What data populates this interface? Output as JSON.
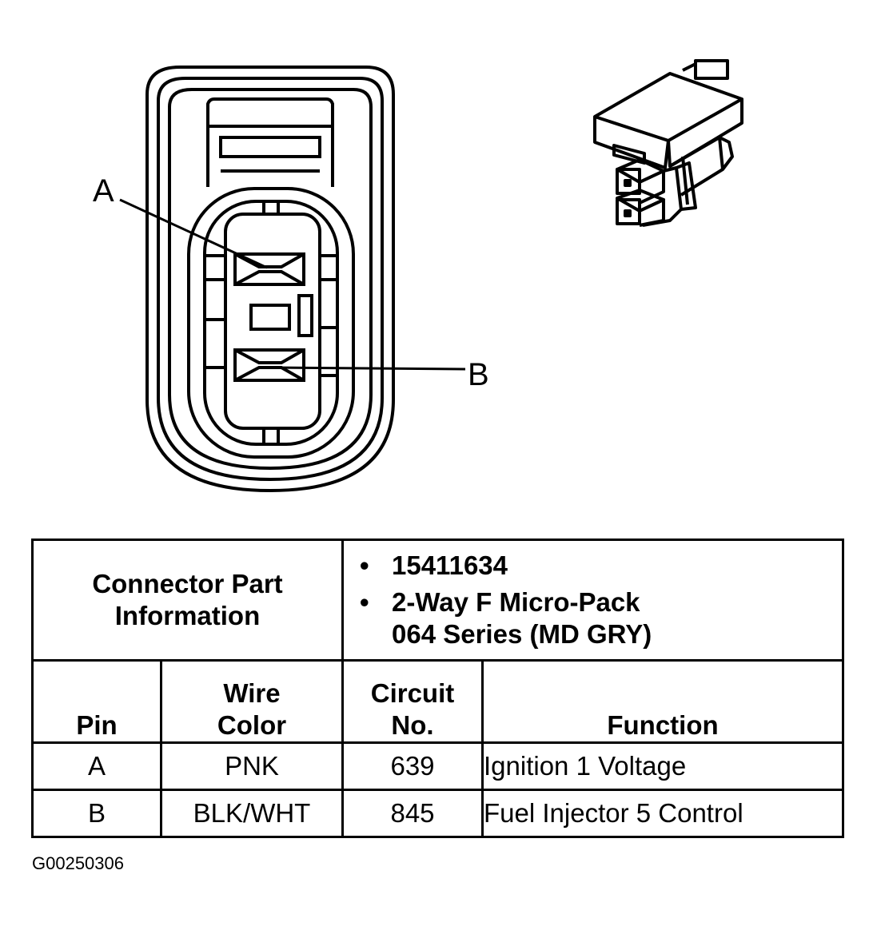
{
  "callouts": {
    "a": "A",
    "b": "B"
  },
  "connector_info": {
    "label_line1": "Connector Part",
    "label_line2": "Information",
    "items": [
      {
        "bullet": "•",
        "text": "15411634"
      },
      {
        "bullet": "•",
        "text": "2-Way F Micro-Pack"
      }
    ],
    "item2_line2": "064 Series (MD GRY)"
  },
  "headers": {
    "pin": "Pin",
    "wire_color_1": "Wire",
    "wire_color_2": "Color",
    "circuit_1": "Circuit",
    "circuit_2": "No.",
    "function": "Function"
  },
  "rows": [
    {
      "pin": "A",
      "wire_color": "PNK",
      "circuit": "639",
      "function": "Ignition 1 Voltage"
    },
    {
      "pin": "B",
      "wire_color": "BLK/WHT",
      "circuit": "845",
      "function": "Fuel Injector 5 Control"
    }
  ],
  "figure_code": "G00250306"
}
